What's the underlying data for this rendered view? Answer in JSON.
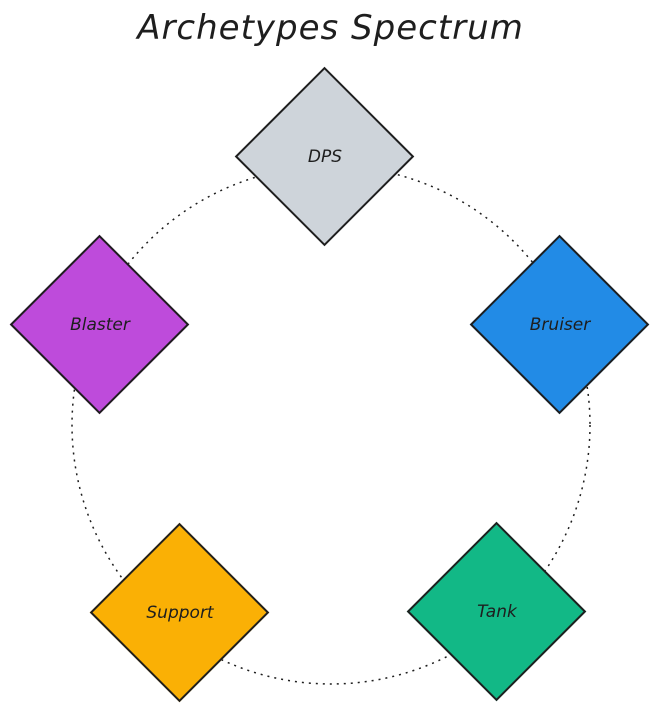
{
  "title": "Archetypes Spectrum",
  "nodes": [
    {
      "label": "DPS",
      "color": "#ced4da"
    },
    {
      "label": "Blaster",
      "color": "#be4bdb"
    },
    {
      "label": "Bruiser",
      "color": "#228be6"
    },
    {
      "label": "Support",
      "color": "#fab005"
    },
    {
      "label": "Tank",
      "color": "#12b886"
    }
  ]
}
